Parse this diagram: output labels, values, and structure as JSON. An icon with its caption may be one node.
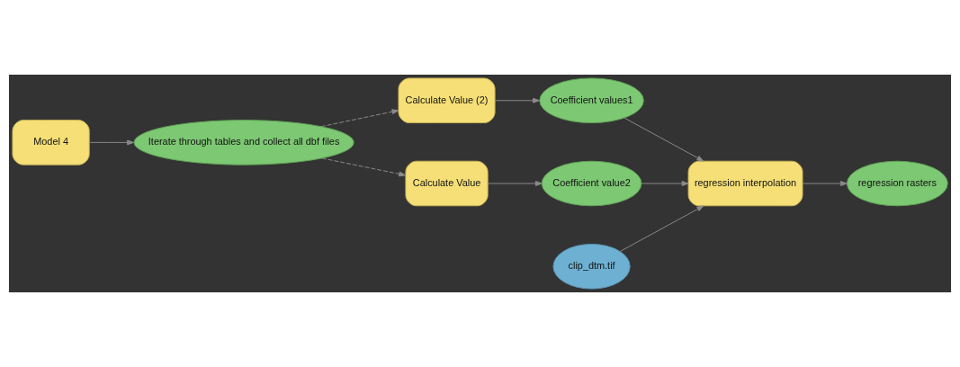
{
  "diagram": {
    "nodes": [
      {
        "text": [
          "Model 4"
        ]
      },
      {
        "text": [
          "Iterate through tables and collect all dbf files"
        ]
      },
      {
        "text": [
          "Calculate Value (2)"
        ]
      },
      {
        "text": [
          "Coefficient values1"
        ]
      },
      {
        "text": [
          "Calculate Value"
        ]
      },
      {
        "text": [
          "Coefficient value2"
        ]
      },
      {
        "text": [
          "clip_dtm.tif"
        ]
      },
      {
        "text": [
          "regression interpolation"
        ]
      },
      {
        "text": [
          "regression rasters"
        ]
      }
    ],
    "edges": [
      {
        "from": 0,
        "to": 1,
        "arrow": "to"
      },
      {
        "from": 1,
        "to": 2,
        "arrow": "to",
        "style": "dashed"
      },
      {
        "from": 1,
        "to": 4,
        "arrow": "to",
        "style": "dashed"
      },
      {
        "from": 2,
        "to": 3,
        "arrow": "to"
      },
      {
        "from": 4,
        "to": 5,
        "arrow": "to"
      },
      {
        "from": 3,
        "to": 7,
        "arrow": "to"
      },
      {
        "from": 5,
        "to": 7,
        "arrow": "to"
      },
      {
        "from": 6,
        "to": 7,
        "arrow": "to"
      },
      {
        "from": 7,
        "to": 8,
        "arrow": "to"
      }
    ]
  }
}
